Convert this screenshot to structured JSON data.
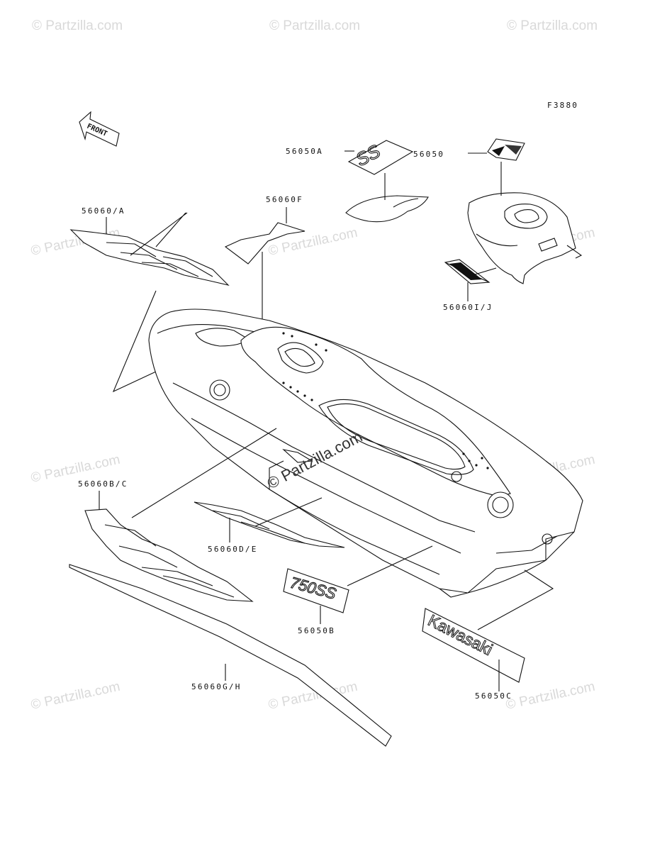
{
  "figure_code": "F3880",
  "front_marker": "FRONT",
  "callouts": [
    {
      "id": "56050A",
      "text": "56050A"
    },
    {
      "id": "56050",
      "text": "56050"
    },
    {
      "id": "56060F",
      "text": "56060F"
    },
    {
      "id": "56060/A",
      "text": "56060/A"
    },
    {
      "id": "56060I/J",
      "text": "56060I/J"
    },
    {
      "id": "56060B/C",
      "text": "56060B/C"
    },
    {
      "id": "56060D/E",
      "text": "56060D/E"
    },
    {
      "id": "56050B",
      "text": "56050B"
    },
    {
      "id": "56060G/H",
      "text": "56060G/H"
    },
    {
      "id": "56050C",
      "text": "56050C"
    }
  ],
  "decal_text": {
    "ss_emblem": "SS",
    "model_emblem": "750SS",
    "brand_emblem": "Kawasaki"
  },
  "watermark": {
    "repeat_text": "© Partzilla.com",
    "center_text": "© Partzilla.com"
  }
}
